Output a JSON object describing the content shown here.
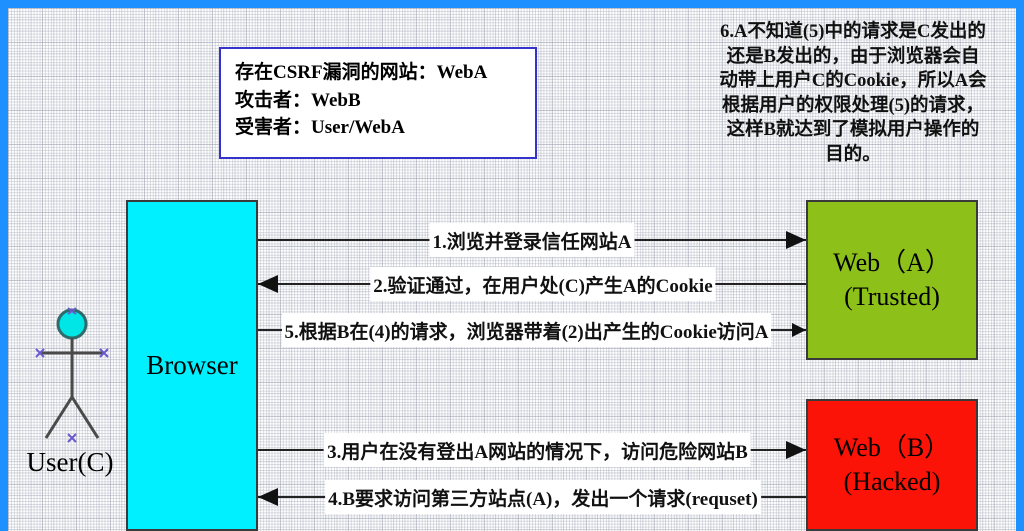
{
  "diagram": {
    "title_note": "CSRF attack sequence diagram",
    "frame_color": "#1E90FF"
  },
  "legend": {
    "border_color": "#3333CC",
    "lines": [
      "存在CSRF漏洞的网站：WebA",
      "攻击者：WebB",
      "受害者：User/WebA"
    ]
  },
  "note": {
    "lines": [
      "6.A不知道(5)中的请求是C发出的",
      "还是B发出的，由于浏览器会自",
      "动带上用户C的Cookie，所以A会",
      "根据用户的权限处理(5)的请求，",
      "这样B就达到了模拟用户操作的",
      "目的。"
    ]
  },
  "actor": {
    "label": "User(C)",
    "head_color": "#00E5E5",
    "outline_color": "#2F6B6B",
    "handle_color": "#6A5ACD"
  },
  "nodes": [
    {
      "id": "browser",
      "label": "Browser",
      "sublabel": "",
      "color": "#00F0FF"
    },
    {
      "id": "webA",
      "label": "Web（A）",
      "sublabel": "(Trusted)",
      "color": "#8DC11A"
    },
    {
      "id": "webB",
      "label": "Web（B）",
      "sublabel": "(Hacked)",
      "color": "#FC1307"
    }
  ],
  "messages": [
    {
      "num": "1",
      "text": "1.浏览并登录信任网站A",
      "direction": "right",
      "from": "Browser",
      "to": "Web（A）"
    },
    {
      "num": "2",
      "text": "2.验证通过，在用户处(C)产生A的Cookie",
      "direction": "left",
      "from": "Web（A）",
      "to": "Browser"
    },
    {
      "num": "5",
      "text": "5.根据B在(4)的请求，浏览器带着(2)出产生的Cookie访问A",
      "direction": "right",
      "from": "Browser",
      "to": "Web（A）"
    },
    {
      "num": "3",
      "text": "3.用户在没有登出A网站的情况下，访问危险网站B",
      "direction": "right",
      "from": "Browser",
      "to": "Web（B）"
    },
    {
      "num": "4",
      "text": "4.B要求访问第三方站点(A)，发出一个请求(requset)",
      "direction": "left",
      "from": "Web（B）",
      "to": "Browser"
    }
  ]
}
